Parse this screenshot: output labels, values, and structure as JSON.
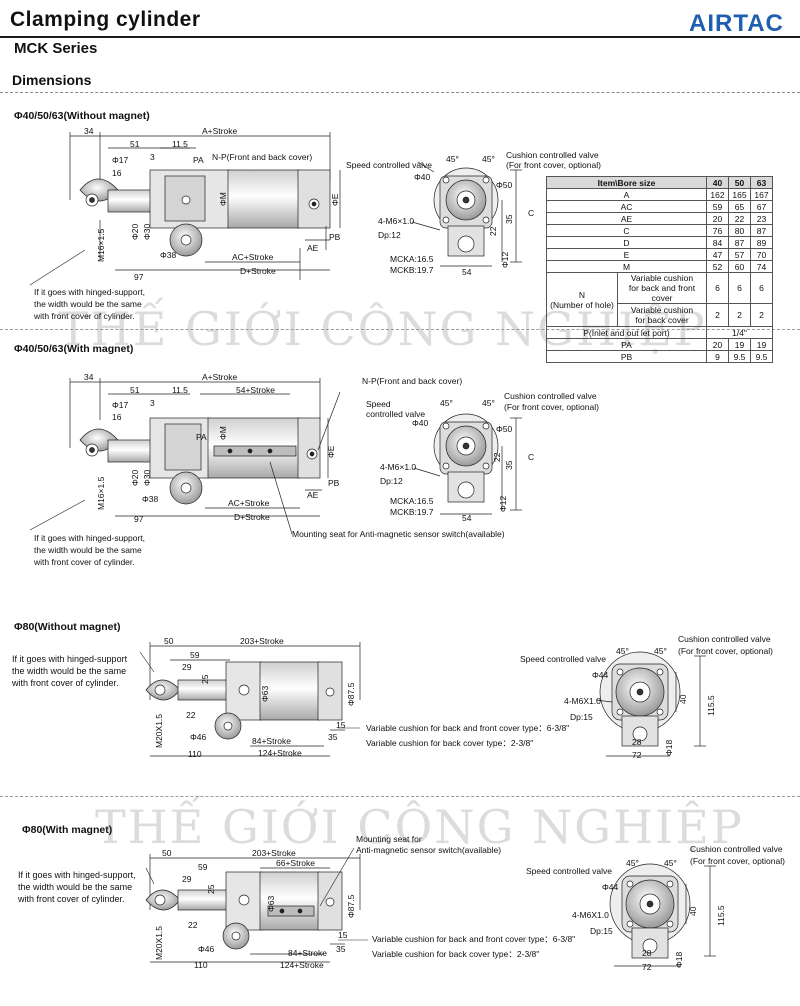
{
  "header": {
    "title": "Clamping cylinder",
    "series": "MCK Series",
    "brand": "AIRTAC",
    "brand_color": "#1f5fb0",
    "dimensions_heading": "Dimensions"
  },
  "watermark": "THẾ GIỚI CÔNG NGHIỆP",
  "sections": {
    "s1": {
      "title": "Φ40/50/63(Without magnet)",
      "dims": {
        "d34": "34",
        "astroke": "A+Stroke",
        "d51": "51",
        "d11_5": "11.5",
        "d3": "3",
        "phi17": "Φ17",
        "d16": "16",
        "pa": "PA",
        "np": "N-P(Front and back cover)",
        "phi20": "Φ20",
        "phi30": "Φ30",
        "phim": "ΦM",
        "phie": "ΦE",
        "m16": "M16×1.5",
        "phi38": "Φ38",
        "acstroke": "AC+Stroke",
        "dstroke": "D+Stroke",
        "ae": "AE",
        "pb": "PB",
        "d97": "97"
      },
      "note": [
        "If it goes with hinged-support,",
        "the width would be the same",
        "with front cover of cylinder."
      ],
      "side": {
        "speed": "Speed controlled valve",
        "cushion1": "Cushion controlled valve",
        "cushion2": "(For front cover, optional)",
        "deg45a": "45°",
        "deg45b": "45°",
        "phi40": "Φ40",
        "phi50": "Φ50",
        "m6": "4-M6×1.0",
        "dp": "Dp:12",
        "mcka": "MCKA:16.5",
        "mckb": "MCKB:19.7",
        "d54": "54",
        "phi12": "Φ12",
        "d35": "35",
        "c": "C",
        "d22": "22"
      }
    },
    "s2": {
      "title": "Φ40/50/63(With magnet)",
      "dims": {
        "d34": "34",
        "astroke": "A+Stroke",
        "d51": "51",
        "d11_5": "11.5",
        "d54stroke": "54+Stroke",
        "d3": "3",
        "phi17": "Φ17",
        "d16": "16",
        "pa": "PA",
        "np": "N-P(Front and back cover)",
        "phi20": "Φ20",
        "phi30": "Φ30",
        "phim": "ΦM",
        "phie": "ΦE",
        "m16": "M16×1.5",
        "phi38": "Φ38",
        "acstroke": "AC+Stroke",
        "dstroke": "D+Stroke",
        "ae": "AE",
        "pb": "PB",
        "d97": "97",
        "mounting": "Mounting seat for Anti-magnetic sensor switch(available)"
      },
      "note": [
        "If it goes with hinged-support,",
        "the width would be the same",
        "with front cover of cylinder."
      ],
      "side": {
        "speed1": "Speed",
        "speed2": "controlled valve",
        "cushion1": "Cushion controlled valve",
        "cushion2": "(For front cover, optional)",
        "deg45a": "45°",
        "deg45b": "45°",
        "phi40": "Φ40",
        "phi50": "Φ50",
        "m6": "4-M6×1.0",
        "dp": "Dp:12",
        "mcka": "MCKA:16.5",
        "mckb": "MCKB:19.7",
        "d54": "54",
        "phi12": "Φ12",
        "d35": "35",
        "c": "C",
        "d22": "22"
      }
    },
    "s3": {
      "title": "Φ80(Without magnet)",
      "dims": {
        "d50": "50",
        "d203": "203+Stroke",
        "d59": "59",
        "d29": "29",
        "d25": "25",
        "d22": "22",
        "phi46": "Φ46",
        "phi63": "Φ63",
        "phi87": "Φ87.5",
        "m20": "M20X1.5",
        "d84": "84+Stroke",
        "d124": "124+Stroke",
        "d110": "110",
        "d35": "35",
        "d15": "15",
        "var1": "Variable cushion for back and front cover type：6-3/8\"",
        "var2": "Variable cushion for back cover type：2-3/8\""
      },
      "note": [
        "If it goes with hinged-support",
        "the width would be the same",
        "with front cover of cylinder."
      ],
      "side": {
        "speed": "Speed controlled valve",
        "cushion1": "Cushion controlled valve",
        "cushion2": "(For front cover, optional)",
        "deg45a": "45°",
        "deg45b": "45°",
        "phi44": "Φ44",
        "m6": "4-M6X1.0",
        "dp": "Dp:15",
        "d40": "40",
        "d115": "115.5",
        "d28": "28",
        "d72": "72",
        "phi18": "Φ18"
      }
    },
    "s4": {
      "title": "Φ80(With magnet)",
      "dims": {
        "d50": "50",
        "d203": "203+Stroke",
        "d66": "66+Stroke",
        "d59": "59",
        "d29": "29",
        "d25": "25",
        "d22": "22",
        "phi46": "Φ46",
        "phi63": "Φ63",
        "phi87": "Φ87.5",
        "m20": "M20X1.5",
        "d84": "84+Stroke",
        "d124": "124+Stroke",
        "d110": "110",
        "d35": "35",
        "d15": "15",
        "mount1": "Mounting seat for",
        "mount2": "Anti-magnetic sensor switch(available)",
        "var1": "Variable cushion for back and front cover type：6-3/8\"",
        "var2": "Variable cushion for back cover type：2-3/8\""
      },
      "note": [
        "If it goes with hinged-support,",
        "the width would be the same",
        "with front cover of cylinder."
      ],
      "side": {
        "speed": "Speed controlled valve",
        "cushion1": "Cushion controlled valve",
        "cushion2": "(For front cover, optional)",
        "deg45a": "45°",
        "deg45b": "45°",
        "phi44": "Φ44",
        "m6": "4-M6X1.0",
        "dp": "Dp:15",
        "d40": "40",
        "d115": "115.5",
        "d28": "28",
        "d72": "72",
        "phi18": "Φ18"
      }
    }
  },
  "table": {
    "header": [
      "Item\\Bore size",
      "40",
      "50",
      "63"
    ],
    "rows": [
      {
        "item": "A",
        "v": [
          "162",
          "165",
          "167"
        ]
      },
      {
        "item": "AC",
        "v": [
          "59",
          "65",
          "67"
        ]
      },
      {
        "item": "AE",
        "v": [
          "20",
          "22",
          "23"
        ]
      },
      {
        "item": "C",
        "v": [
          "76",
          "80",
          "87"
        ]
      },
      {
        "item": "D",
        "v": [
          "84",
          "87",
          "89"
        ]
      },
      {
        "item": "E",
        "v": [
          "47",
          "57",
          "70"
        ]
      },
      {
        "item": "M",
        "v": [
          "52",
          "60",
          "74"
        ]
      }
    ],
    "n_label_1": "N",
    "n_label_2": "(Number of hole)",
    "n_rows": [
      {
        "item": "Variable cushion\nfor back and front cover",
        "v": [
          "6",
          "6",
          "6"
        ]
      },
      {
        "item": "Variable cushion\nfor back cover",
        "v": [
          "2",
          "2",
          "2"
        ]
      }
    ],
    "p_row": {
      "item": "P(Inlet and out let port)",
      "v": "1/4\""
    },
    "tail_rows": [
      {
        "item": "PA",
        "v": [
          "20",
          "19",
          "19"
        ]
      },
      {
        "item": "PB",
        "v": [
          "9",
          "9.5",
          "9.5"
        ]
      }
    ]
  }
}
